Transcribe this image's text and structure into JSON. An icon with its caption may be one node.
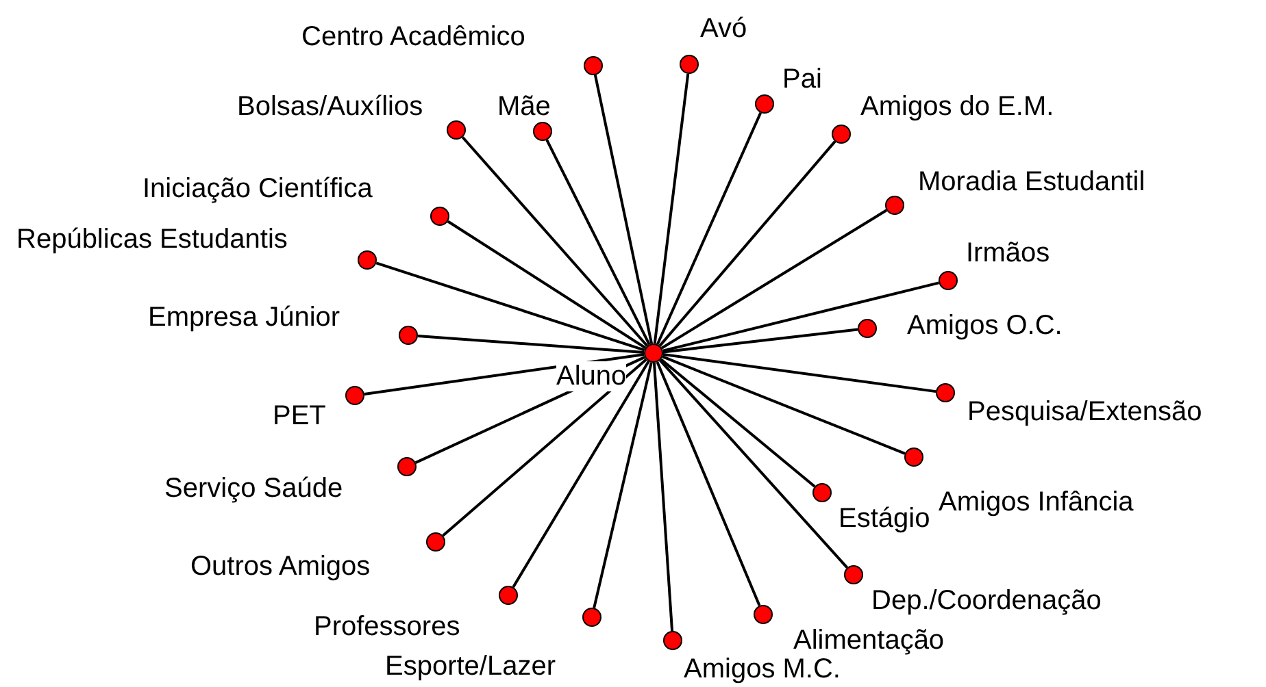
{
  "diagram": {
    "nodes": [
      {
        "text": [
          "Aluno"
        ]
      },
      {
        "text": [
          "Centro Acadêmico"
        ]
      },
      {
        "text": [
          "Avó"
        ]
      },
      {
        "text": [
          "Pai"
        ]
      },
      {
        "text": [
          "Amigos do E.M."
        ]
      },
      {
        "text": [
          "Moradia Estudantil"
        ]
      },
      {
        "text": [
          "Irmãos"
        ]
      },
      {
        "text": [
          "Amigos O.C."
        ]
      },
      {
        "text": [
          "Pesquisa/Extensão"
        ]
      },
      {
        "text": [
          "Amigos Infância"
        ]
      },
      {
        "text": [
          "Estágio"
        ]
      },
      {
        "text": [
          "Dep./Coordenação"
        ]
      },
      {
        "text": [
          "Alimentação"
        ]
      },
      {
        "text": [
          "Amigos M.C."
        ]
      },
      {
        "text": [
          "Esporte/Lazer"
        ]
      },
      {
        "text": [
          "Professores"
        ]
      },
      {
        "text": [
          "Outros Amigos"
        ]
      },
      {
        "text": [
          "Serviço Saúde"
        ]
      },
      {
        "text": [
          "PET"
        ]
      },
      {
        "text": [
          "Empresa Júnior"
        ]
      },
      {
        "text": [
          "Repúblicas Estudantis"
        ]
      },
      {
        "text": [
          "Iniciação Científica"
        ]
      },
      {
        "text": [
          "Bolsas/Auxílios"
        ]
      },
      {
        "text": [
          "Mãe"
        ]
      }
    ],
    "edges": [
      {
        "from": 0,
        "to": 1,
        "arrow": "none"
      },
      {
        "from": 0,
        "to": 2,
        "arrow": "none"
      },
      {
        "from": 0,
        "to": 3,
        "arrow": "none"
      },
      {
        "from": 0,
        "to": 4,
        "arrow": "none"
      },
      {
        "from": 0,
        "to": 5,
        "arrow": "none"
      },
      {
        "from": 0,
        "to": 6,
        "arrow": "none"
      },
      {
        "from": 0,
        "to": 7,
        "arrow": "none"
      },
      {
        "from": 0,
        "to": 8,
        "arrow": "none"
      },
      {
        "from": 0,
        "to": 9,
        "arrow": "none"
      },
      {
        "from": 0,
        "to": 10,
        "arrow": "none"
      },
      {
        "from": 0,
        "to": 11,
        "arrow": "none"
      },
      {
        "from": 0,
        "to": 12,
        "arrow": "none"
      },
      {
        "from": 0,
        "to": 13,
        "arrow": "none"
      },
      {
        "from": 0,
        "to": 14,
        "arrow": "none"
      },
      {
        "from": 0,
        "to": 15,
        "arrow": "none"
      },
      {
        "from": 0,
        "to": 16,
        "arrow": "none"
      },
      {
        "from": 0,
        "to": 17,
        "arrow": "none"
      },
      {
        "from": 0,
        "to": 18,
        "arrow": "none"
      },
      {
        "from": 0,
        "to": 19,
        "arrow": "none"
      },
      {
        "from": 0,
        "to": 20,
        "arrow": "none"
      },
      {
        "from": 0,
        "to": 21,
        "arrow": "none"
      },
      {
        "from": 0,
        "to": 22,
        "arrow": "none"
      },
      {
        "from": 0,
        "to": 23,
        "arrow": "none"
      }
    ]
  }
}
